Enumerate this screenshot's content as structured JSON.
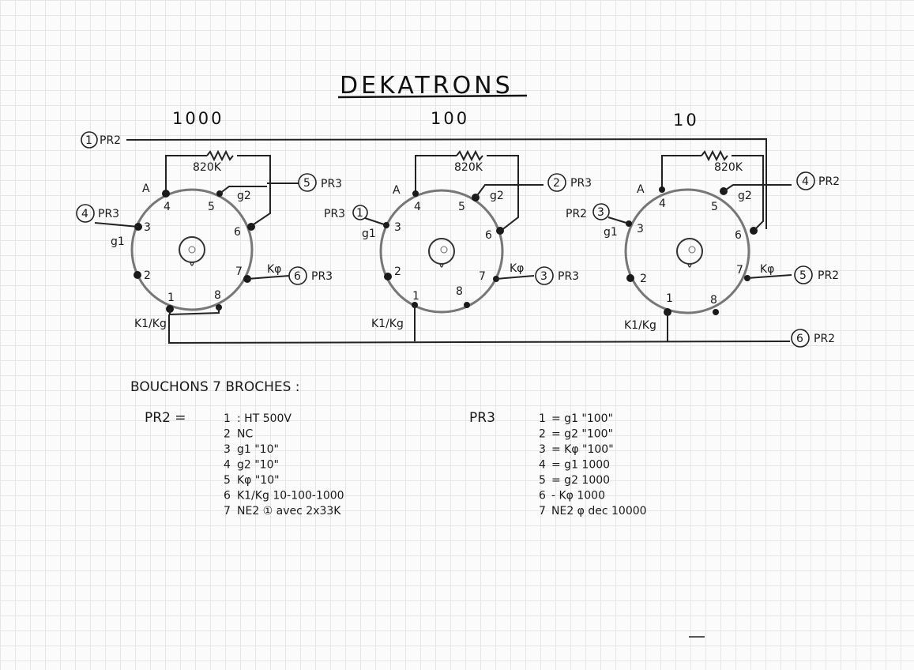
{
  "title": "DEKATRONS",
  "resistor_label": "820K",
  "tubes": [
    {
      "heading": "1000",
      "ref_A": "A",
      "ref_g1": "g1",
      "ref_g2": "g2",
      "ref_k0": "Kφ",
      "ref_k1": "K1/Kg",
      "pins": [
        "1",
        "2",
        "3",
        "4",
        "5",
        "6",
        "7",
        "8"
      ],
      "conn_left": {
        "num": "4",
        "text": "PR3"
      },
      "conn_g2": {
        "num": "5",
        "text": "PR3"
      },
      "conn_k0": {
        "num": "6",
        "text": "PR3"
      }
    },
    {
      "heading": "100",
      "ref_A": "A",
      "ref_g1": "g1",
      "ref_g2": "g2",
      "ref_k0": "Kφ",
      "ref_k1": "K1/Kg",
      "pins": [
        "1",
        "2",
        "3",
        "4",
        "5",
        "6",
        "7",
        "8"
      ],
      "conn_left": {
        "num": "1",
        "text": "PR3"
      },
      "conn_g2": {
        "num": "2",
        "text": "PR3"
      },
      "conn_k0": {
        "num": "3",
        "text": "PR3"
      }
    },
    {
      "heading": "10",
      "ref_A": "A",
      "ref_g1": "g1",
      "ref_g2": "g2",
      "ref_k0": "Kφ",
      "ref_k1": "K1/Kg",
      "pins": [
        "1",
        "2",
        "3",
        "4",
        "5",
        "6",
        "7",
        "8"
      ],
      "conn_left": {
        "num": "3",
        "text": "PR2"
      },
      "conn_g2": {
        "num": "4",
        "text": "PR2"
      },
      "conn_k0": {
        "num": "5",
        "text": "PR2"
      }
    }
  ],
  "bus_top": {
    "num": "1",
    "text": "PR2"
  },
  "bus_bottom": {
    "num": "6",
    "text": "PR2"
  },
  "notes": {
    "heading": "BOUCHONS 7 BROCHES :",
    "pr2": {
      "label": "PR2 =",
      "rows": [
        {
          "n": "1",
          "t": ": HT 500V"
        },
        {
          "n": "2",
          "t": "NC"
        },
        {
          "n": "3",
          "t": "g1 \"10\""
        },
        {
          "n": "4",
          "t": "g2 \"10\""
        },
        {
          "n": "5",
          "t": "Kφ \"10\""
        },
        {
          "n": "6",
          "t": "K1/Kg  10-100-1000"
        },
        {
          "n": "7",
          "t": "NE2 ① avec 2x33K"
        }
      ]
    },
    "pr3": {
      "label": "PR3",
      "rows": [
        {
          "n": "1",
          "t": "= g1 \"100\""
        },
        {
          "n": "2",
          "t": "= g2 \"100\""
        },
        {
          "n": "3",
          "t": "= Kφ \"100\""
        },
        {
          "n": "4",
          "t": "= g1  1000"
        },
        {
          "n": "5",
          "t": "= g2  1000"
        },
        {
          "n": "6",
          "t": "- Kφ  1000"
        },
        {
          "n": "7",
          "t": "NE2  φ dec 10000"
        }
      ]
    }
  }
}
